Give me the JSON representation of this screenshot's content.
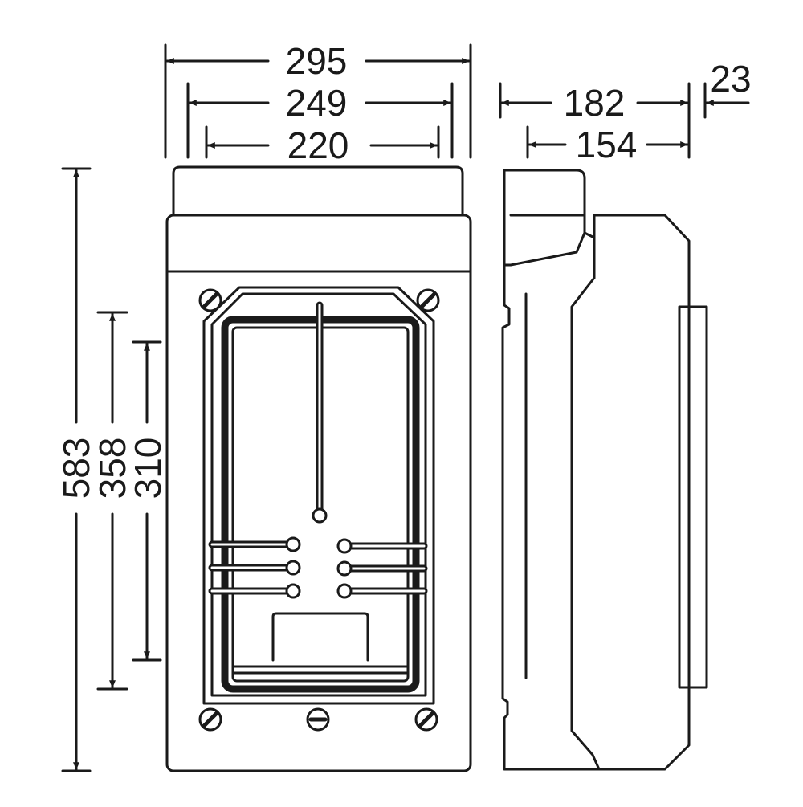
{
  "diagram": {
    "dimensions": {
      "front_width_overall": "295",
      "front_width_inner": "249",
      "front_width_window": "220",
      "side_depth_overall": "182",
      "side_depth_body": "154",
      "side_lid_depth": "23",
      "height_overall": "583",
      "height_window": "358",
      "height_inner": "310"
    },
    "colors": {
      "line": "#1a1a1a",
      "background": "#ffffff"
    }
  }
}
